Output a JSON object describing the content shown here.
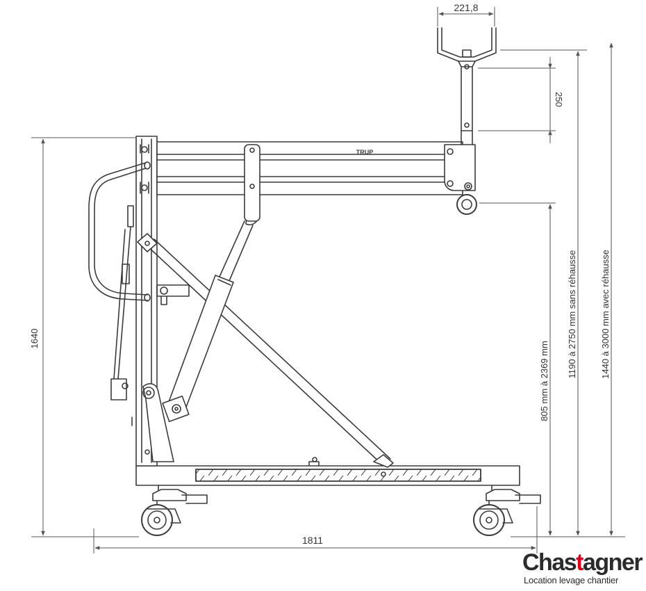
{
  "diagram": {
    "dimensions": {
      "fork_width": "221,8",
      "fork_stroke": "250",
      "overall_height": "1640",
      "overall_length": "1811",
      "hook_height": "805 mm à 2369 mm",
      "height_without_extension": "1190 à 2750 mm sans réhausse",
      "height_with_extension": "1440 à 3000 mm avec réhausse"
    },
    "boom_label": "TRUP",
    "colors": {
      "line": "#3a3a3a",
      "dimension": "#555555",
      "brand_dark": "#2b2b2b",
      "brand_red": "#d6001c"
    }
  },
  "logo": {
    "brand_part1": "Chas",
    "brand_part2": "t",
    "brand_part3": "agner",
    "tagline": "Location levage chantier"
  }
}
